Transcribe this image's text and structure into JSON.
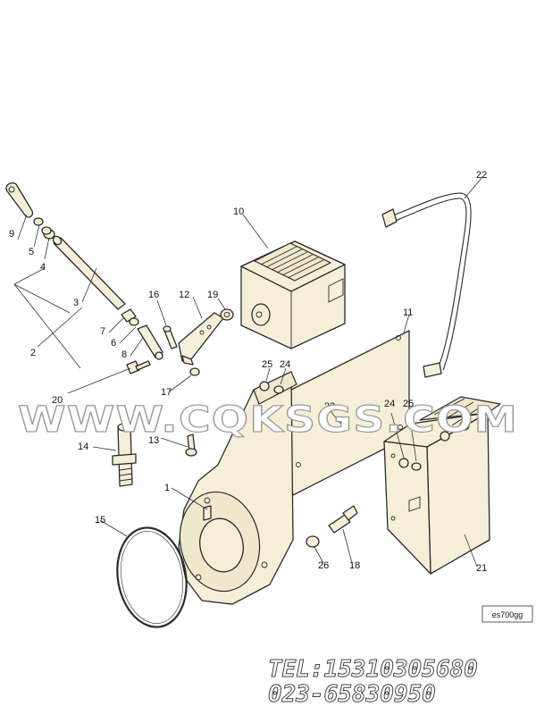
{
  "diagram": {
    "callouts": [
      "9",
      "5",
      "4",
      "3",
      "2",
      "7",
      "6",
      "8",
      "20",
      "16",
      "12",
      "19",
      "10",
      "17",
      "25",
      "24",
      "11",
      "22",
      "23",
      "24",
      "25",
      "14",
      "13",
      "1",
      "15",
      "26",
      "18",
      "21"
    ],
    "figure_code": "es700gg"
  },
  "watermark": {
    "text": "WWW.CQKSGS.COM"
  },
  "contact": {
    "tel": "TEL:15310305680",
    "phone": "023-65830950"
  }
}
